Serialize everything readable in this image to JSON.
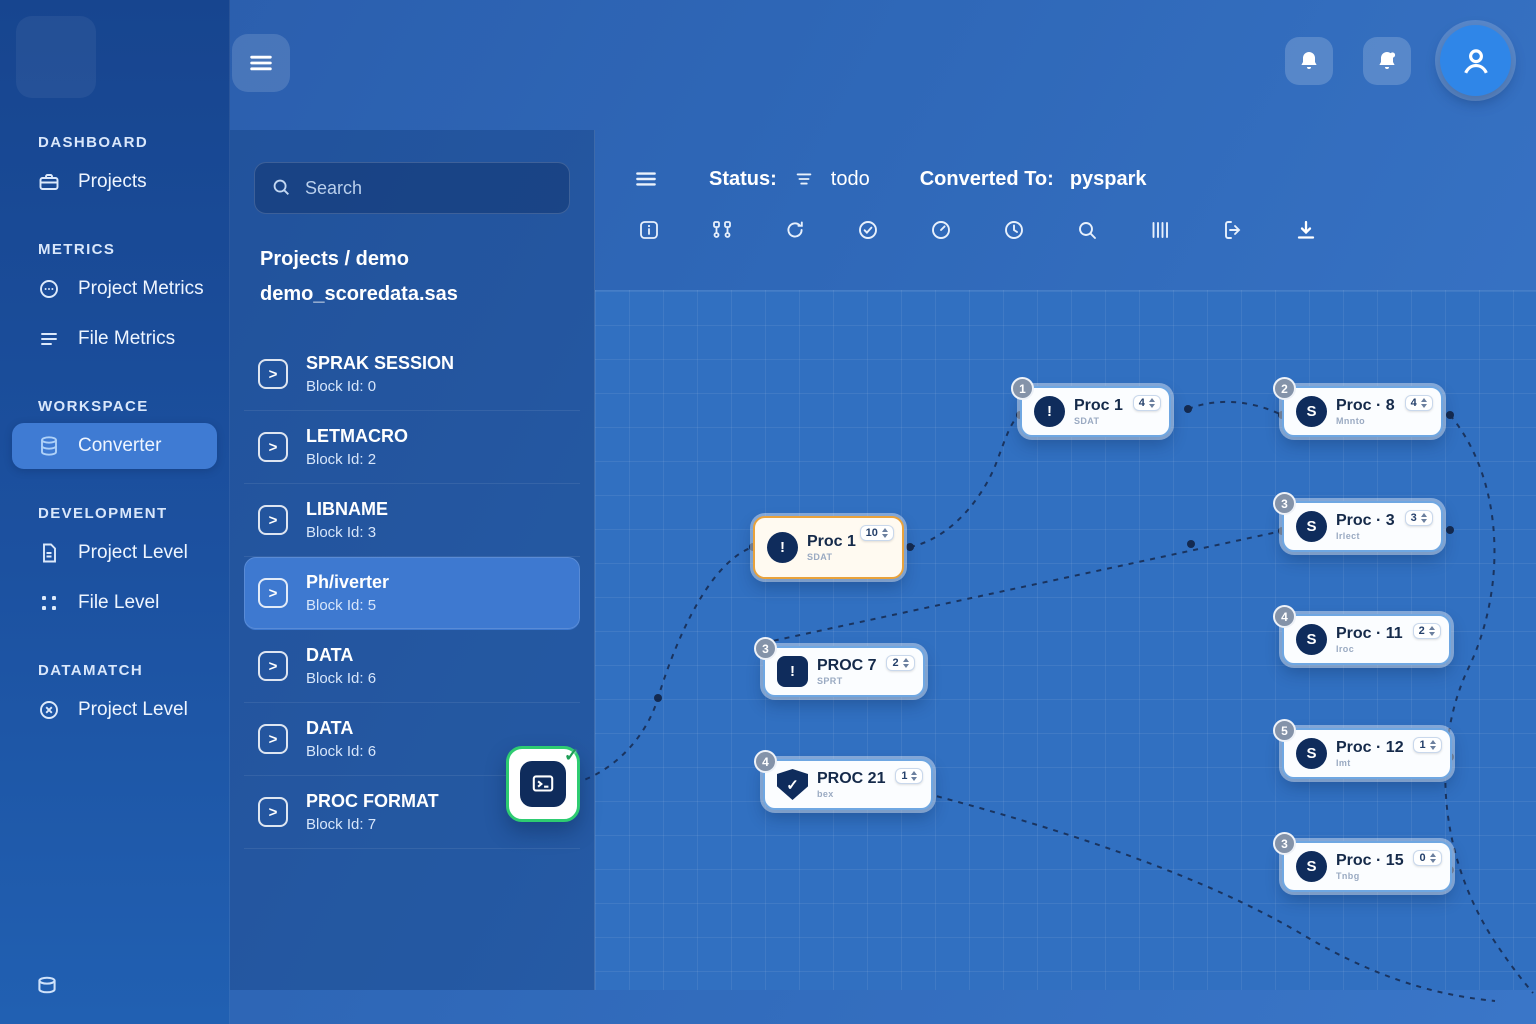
{
  "sidebar": {
    "sections": [
      {
        "label": "DASHBOARD",
        "items": [
          {
            "label": "Projects",
            "icon": "briefcase-icon"
          }
        ]
      },
      {
        "label": "METRICS",
        "items": [
          {
            "label": "Project Metrics",
            "icon": "metrics-circle-icon"
          },
          {
            "label": "File Metrics",
            "icon": "list-icon"
          }
        ]
      },
      {
        "label": "WORKSPACE",
        "items": [
          {
            "label": "Converter",
            "icon": "database-icon",
            "active": true
          }
        ]
      },
      {
        "label": "DEVELOPMENT",
        "items": [
          {
            "label": "Project Level",
            "icon": "document-icon"
          },
          {
            "label": "File Level",
            "icon": "grid-dots-icon"
          }
        ]
      },
      {
        "label": "DATAMATCH",
        "items": [
          {
            "label": "Project Level",
            "icon": "circle-x-icon"
          }
        ]
      }
    ]
  },
  "explorer": {
    "search_placeholder": "Search",
    "breadcrumb": {
      "line1": "Projects / demo",
      "line2": "demo_scoredata.sas"
    },
    "block_icon_glyph": ">",
    "blocks": [
      {
        "title": "SPRAK SESSION",
        "block_id": "Block Id: 0"
      },
      {
        "title": "LETMACRO",
        "block_id": "Block Id: 2"
      },
      {
        "title": "LIBNAME",
        "block_id": "Block Id: 3"
      },
      {
        "title": "Ph/iverter",
        "block_id": "Block Id: 5"
      },
      {
        "title": "DATA",
        "block_id": "Block Id: 6"
      },
      {
        "title": "DATA",
        "block_id": "Block Id: 6"
      },
      {
        "title": "PROC FORMAT",
        "block_id": "Block Id: 7"
      }
    ],
    "active_block_index": 3
  },
  "canvas": {
    "status": {
      "label": "Status:",
      "value": "todo"
    },
    "converted": {
      "label": "Converted To:",
      "value": "pyspark"
    },
    "tool_icons": [
      "info-icon",
      "workflow-icon",
      "refresh-icon",
      "check-circle-icon",
      "gauge-icon",
      "clock-icon",
      "search-icon",
      "columns-icon",
      "export-icon",
      "download-icon"
    ],
    "nodes": [
      {
        "title": "Proc 1",
        "subtitle": "SDAT",
        "order": "",
        "counter": "10",
        "glyph": "!"
      },
      {
        "title": "PROC 7",
        "subtitle": "SPRT",
        "order": "3",
        "counter": "2",
        "glyph": "!"
      },
      {
        "title": "PROC 21",
        "subtitle": "bex",
        "order": "4",
        "counter": "1",
        "glyph": "✓"
      },
      {
        "title": "Proc 1",
        "subtitle": "SDAT",
        "order": "1",
        "counter": "4",
        "glyph": "!"
      },
      {
        "title": "Proc · 8",
        "subtitle": "Mnnto",
        "order": "2",
        "counter": "4",
        "glyph": "S"
      },
      {
        "title": "Proc · 3",
        "subtitle": "Irlect",
        "order": "3",
        "counter": "3",
        "glyph": "S"
      },
      {
        "title": "Proc · 11",
        "subtitle": "Iroc",
        "order": "4",
        "counter": "2",
        "glyph": "S"
      },
      {
        "title": "Proc · 12",
        "subtitle": "Imt",
        "order": "5",
        "counter": "1",
        "glyph": "S"
      },
      {
        "title": "Proc · 15",
        "subtitle": "Tnbg",
        "order": "3",
        "counter": "0",
        "glyph": "S"
      }
    ],
    "floating_block": {
      "check_glyph": "✓"
    }
  }
}
